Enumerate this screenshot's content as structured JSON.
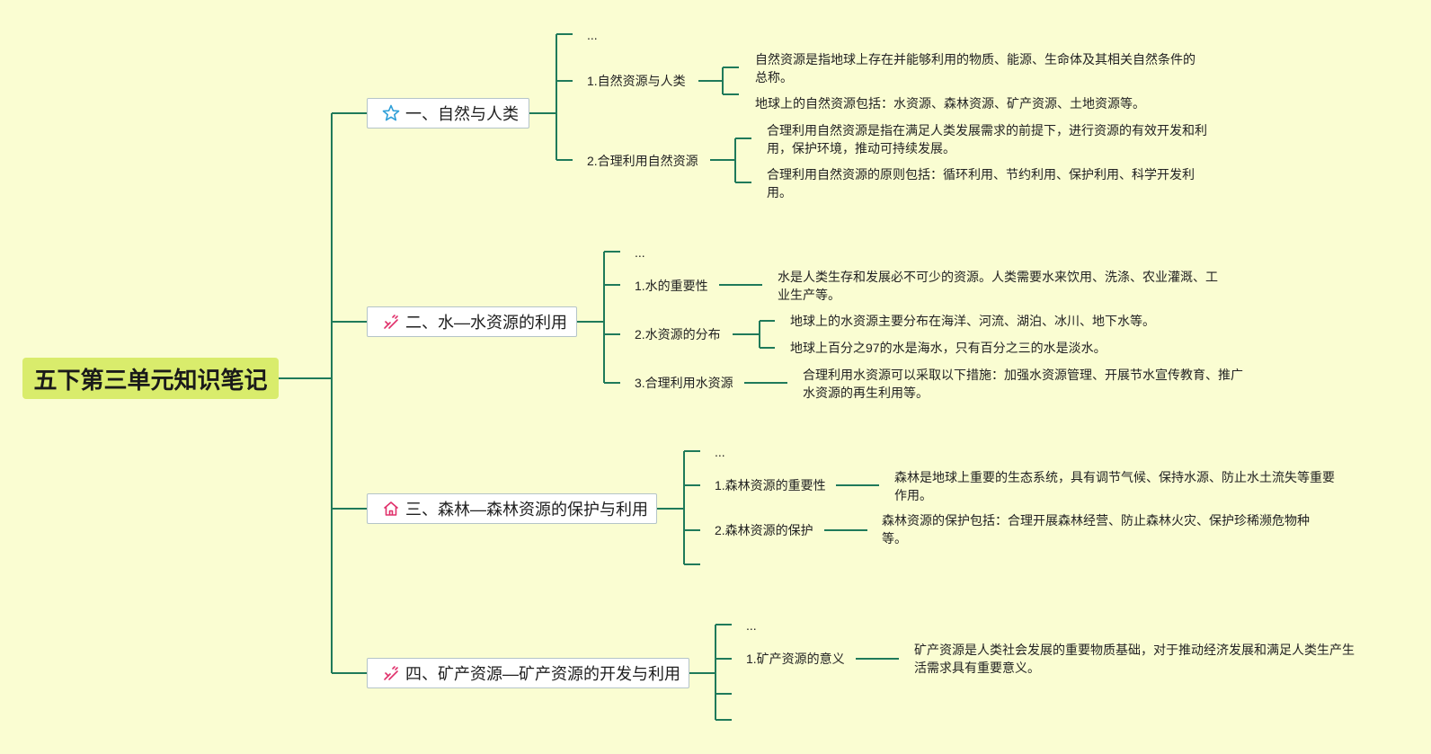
{
  "root": {
    "title": "五下第三单元知识笔记"
  },
  "topics": [
    {
      "label": "一、自然与人类",
      "icon": "star-icon",
      "icon_color": "#2f9fd8",
      "ellipsis": "...",
      "subs": [
        {
          "label": "1.自然资源与人类",
          "leaves": [
            "自然资源是指地球上存在并能够利用的物质、能源、生命体及其相关自然条件的总称。",
            "地球上的自然资源包括：水资源、森林资源、矿产资源、土地资源等。"
          ]
        },
        {
          "label": "2.合理利用自然资源",
          "leaves": [
            "合理利用自然资源是指在满足人类发展需求的前提下，进行资源的有效开发和利用，保护环境，推动可持续发展。",
            "合理利用自然资源的原则包括：循环利用、节约利用、保护利用、科学开发利用。"
          ]
        }
      ]
    },
    {
      "label": "二、水—水资源的利用",
      "icon": "tools-icon",
      "icon_color": "#e0306b",
      "ellipsis": "...",
      "subs": [
        {
          "label": "1.水的重要性",
          "leaves": [
            "水是人类生存和发展必不可少的资源。人类需要水来饮用、洗涤、农业灌溉、工业生产等。"
          ]
        },
        {
          "label": "2.水资源的分布",
          "leaves": [
            "地球上的水资源主要分布在海洋、河流、湖泊、冰川、地下水等。",
            "地球上百分之97的水是海水，只有百分之三的水是淡水。"
          ]
        },
        {
          "label": "3.合理利用水资源",
          "leaves": [
            "合理利用水资源可以采取以下措施：加强水资源管理、开展节水宣传教育、推广水资源的再生利用等。"
          ]
        }
      ]
    },
    {
      "label": "三、森林—森林资源的保护与利用",
      "icon": "house-icon",
      "icon_color": "#e0306b",
      "ellipsis": "...",
      "subs": [
        {
          "label": "1.森林资源的重要性",
          "leaves": [
            "森林是地球上重要的生态系统，具有调节气候、保持水源、防止水土流失等重要作用。"
          ]
        },
        {
          "label": "2.森林资源的保护",
          "leaves": [
            "森林资源的保护包括：合理开展森林经营、防止森林火灾、保护珍稀濒危物种等。"
          ]
        }
      ]
    },
    {
      "label": "四、矿产资源—矿产资源的开发与利用",
      "icon": "tools-icon",
      "icon_color": "#e0306b",
      "ellipsis": "...",
      "subs": [
        {
          "label": "1.矿产资源的意义",
          "leaves": [
            "矿产资源是人类社会发展的重要物质基础，对于推动经济发展和满足人类生产生活需求具有重要意义。"
          ]
        }
      ]
    }
  ],
  "colors": {
    "background": "#fafdd2",
    "root": "#d9ec6c",
    "connector": "#1f7a5a"
  }
}
